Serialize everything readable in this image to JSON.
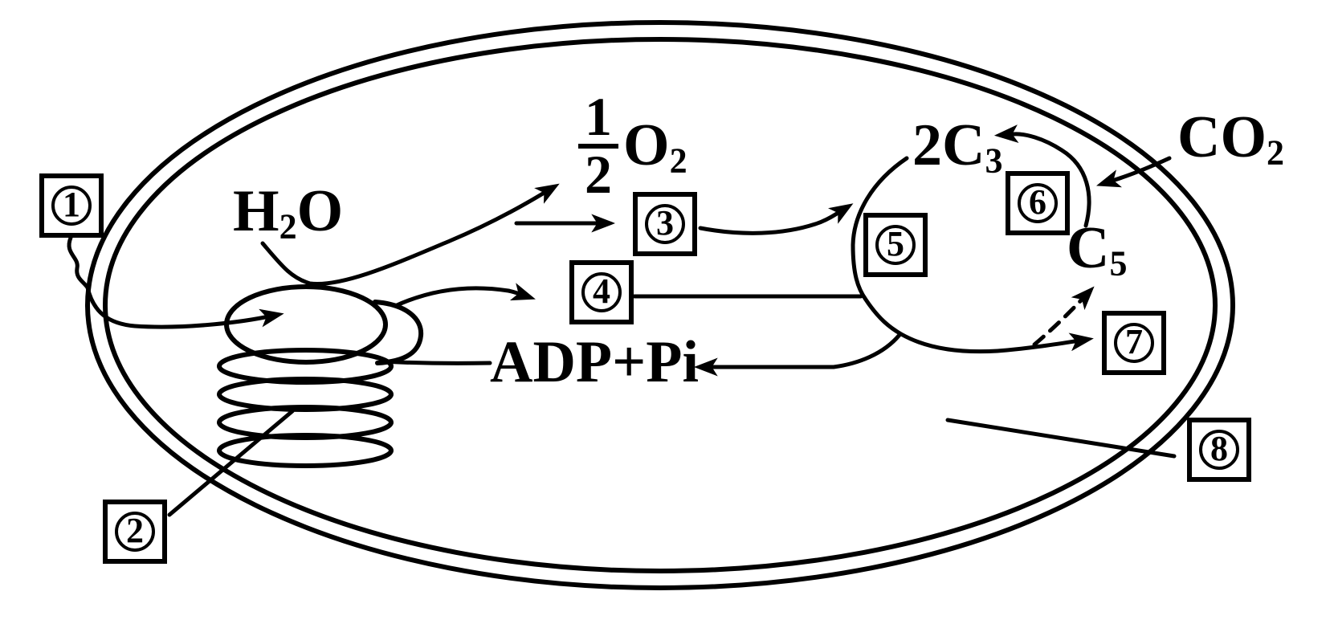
{
  "figure": {
    "description": "Chloroplast photosynthesis schematic with double membrane, granum stack, light reactions and Calvin cycle",
    "background": "#ffffff",
    "ink": "#000000"
  },
  "labels": {
    "h2o": {
      "base": "H",
      "sub": "2",
      "post": "O"
    },
    "half_o2": {
      "numerator": "1",
      "denominator": "2",
      "base": "O",
      "sub": "2"
    },
    "adp_pi": "ADP+Pi",
    "c3": {
      "coef": "2",
      "base": "C",
      "sub": "3"
    },
    "c5": {
      "base": "C",
      "sub": "5"
    },
    "co2": {
      "base": "CO",
      "sub": "2"
    }
  },
  "markers": [
    {
      "label": "1"
    },
    {
      "label": "2"
    },
    {
      "label": "3"
    },
    {
      "label": "4"
    },
    {
      "label": "5"
    },
    {
      "label": "6"
    },
    {
      "label": "7"
    },
    {
      "label": "8"
    }
  ]
}
